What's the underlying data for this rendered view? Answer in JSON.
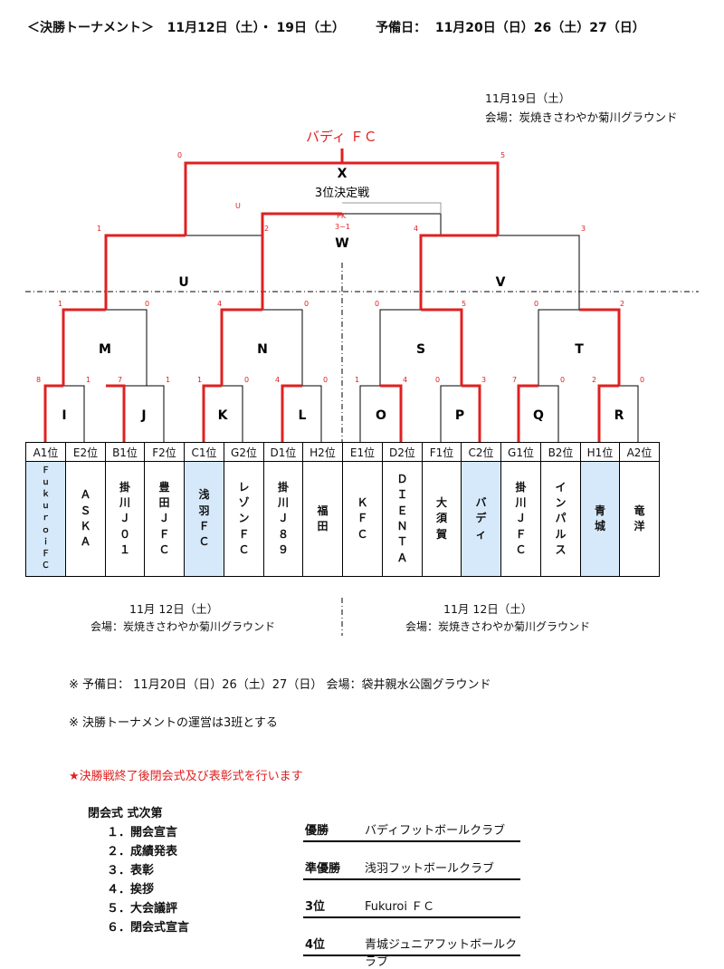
{
  "header": {
    "title": "＜決勝トーナメント＞",
    "dates": "11月12日（土）・ 19日（土）",
    "reserve_label": "予備日：",
    "reserve_dates": "11月20日（日）26（土）27（日）"
  },
  "final_info": {
    "date": "11月19日（土）",
    "venue": "会場：炭焼きさわやか菊川グラウンド"
  },
  "champion": "バディ ＦＣ",
  "third_place": {
    "label": "X",
    "name": "3位決定戦"
  },
  "final": {
    "label": "W",
    "pk": "PK",
    "pk_score": "3−1"
  },
  "matches": {
    "U": "U",
    "V": "V",
    "M": "M",
    "N": "N",
    "S": "S",
    "T": "T",
    "I": "I",
    "J": "J",
    "K": "K",
    "L": "L",
    "O": "O",
    "P": "P",
    "Q": "Q",
    "R": "R"
  },
  "scores": {
    "x_left": "0",
    "x_right": "5",
    "u_small": "U",
    "w_left": "2",
    "w_right": "4",
    "u_left": "1",
    "v_right": "3",
    "m_left": "1",
    "m_right": "0",
    "n_left": "4",
    "n_right": "0",
    "s_left": "0",
    "s_right": "5",
    "t_left": "0",
    "t_right": "2",
    "i_l": "8",
    "i_r": "1",
    "j_l": "7",
    "j_r": "1",
    "k_l": "1",
    "k_r": "0",
    "l_l": "4",
    "l_r": "0",
    "o_l": "1",
    "o_r": "4",
    "p_l": "0",
    "p_r": "3",
    "q_l": "7",
    "q_r": "0",
    "r_l": "2",
    "r_r": "0"
  },
  "teams": [
    {
      "seed": "A1位",
      "name": "Ｆｕｋｕｒｏｉ ＦＣ"
    },
    {
      "seed": "E2位",
      "name": "ＡＳＫＡ"
    },
    {
      "seed": "B1位",
      "name": "掛川Ｊ０１"
    },
    {
      "seed": "F2位",
      "name": "豊田ＪＦＣ"
    },
    {
      "seed": "C1位",
      "name": "浅羽ＦＣ"
    },
    {
      "seed": "G2位",
      "name": "レゾンＦＣ"
    },
    {
      "seed": "D1位",
      "name": "掛川Ｊ８９"
    },
    {
      "seed": "H2位",
      "name": "福田"
    },
    {
      "seed": "E1位",
      "name": "ＫＦＣ"
    },
    {
      "seed": "D2位",
      "name": "ＤＩＥＮＴＡ"
    },
    {
      "seed": "F1位",
      "name": "大須賀"
    },
    {
      "seed": "C2位",
      "name": "バディ"
    },
    {
      "seed": "G1位",
      "name": "掛川ＪＦＣ"
    },
    {
      "seed": "B2位",
      "name": "インパルス"
    },
    {
      "seed": "H1位",
      "name": "青城"
    },
    {
      "seed": "A2位",
      "name": "竜洋"
    }
  ],
  "left_info": {
    "date": "11月  12日（土）",
    "venue": "会場：炭焼きさわやか菊川グラウンド"
  },
  "right_info": {
    "date": "11月  12日（土）",
    "venue": "会場：炭焼きさわやか菊川グラウンド"
  },
  "notes": {
    "reserve": "※  予備日：  11月20日（日）26（土）27（日）   会場：袋井親水公園グラウンド",
    "operation": "※  決勝トーナメントの運営は3班とする"
  },
  "ceremony_notice": "★決勝戦終了後閉会式及び表彰式を行います",
  "ceremony": {
    "title": "閉会式    式次第",
    "items": [
      "１．開会宣言",
      "２．成績発表",
      "３．表彰",
      "４．挨拶",
      "５．大会議評",
      "６．閉会式宣言"
    ]
  },
  "results": [
    {
      "rank": "優勝",
      "team": "バディフットボールクラブ"
    },
    {
      "rank": "準優勝",
      "team": "浅羽フットボールクラブ"
    },
    {
      "rank": "3位",
      "team": "Fukuroi  ＦＣ"
    },
    {
      "rank": "4位",
      "team": "青城ジュニアフットボールクラブ"
    }
  ],
  "colors": {
    "winner_line": "#e02020",
    "highlight": "#d6e9fb"
  }
}
